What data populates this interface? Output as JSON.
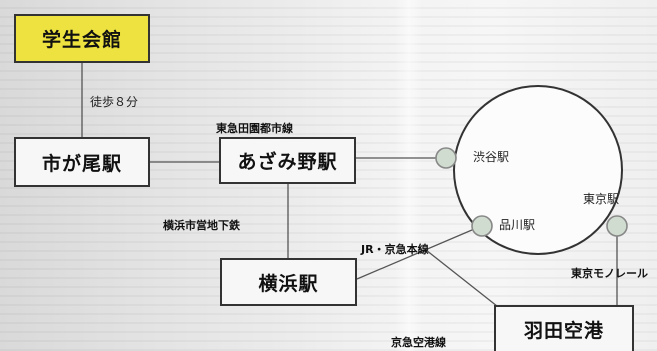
{
  "stations": {
    "student_hall": "学生会館",
    "ichigao": "市が尾駅",
    "azamino": "あざみ野駅",
    "yokohama": "横浜駅",
    "haneda": "羽田空港",
    "shibuya": "渋谷駅",
    "tokyo": "東京駅",
    "shinagawa": "品川駅"
  },
  "labels": {
    "walk": "徒歩８分",
    "denentoshi": "東急田園都市線",
    "subway": "横浜市営地下鉄",
    "jr_keikyu": "JR・京急本線",
    "monorail": "東京モノレール",
    "keikyu_airport": "京急空港線"
  },
  "colors": {
    "start_box": "#ede23f",
    "loop_station": "#cfdccf"
  }
}
